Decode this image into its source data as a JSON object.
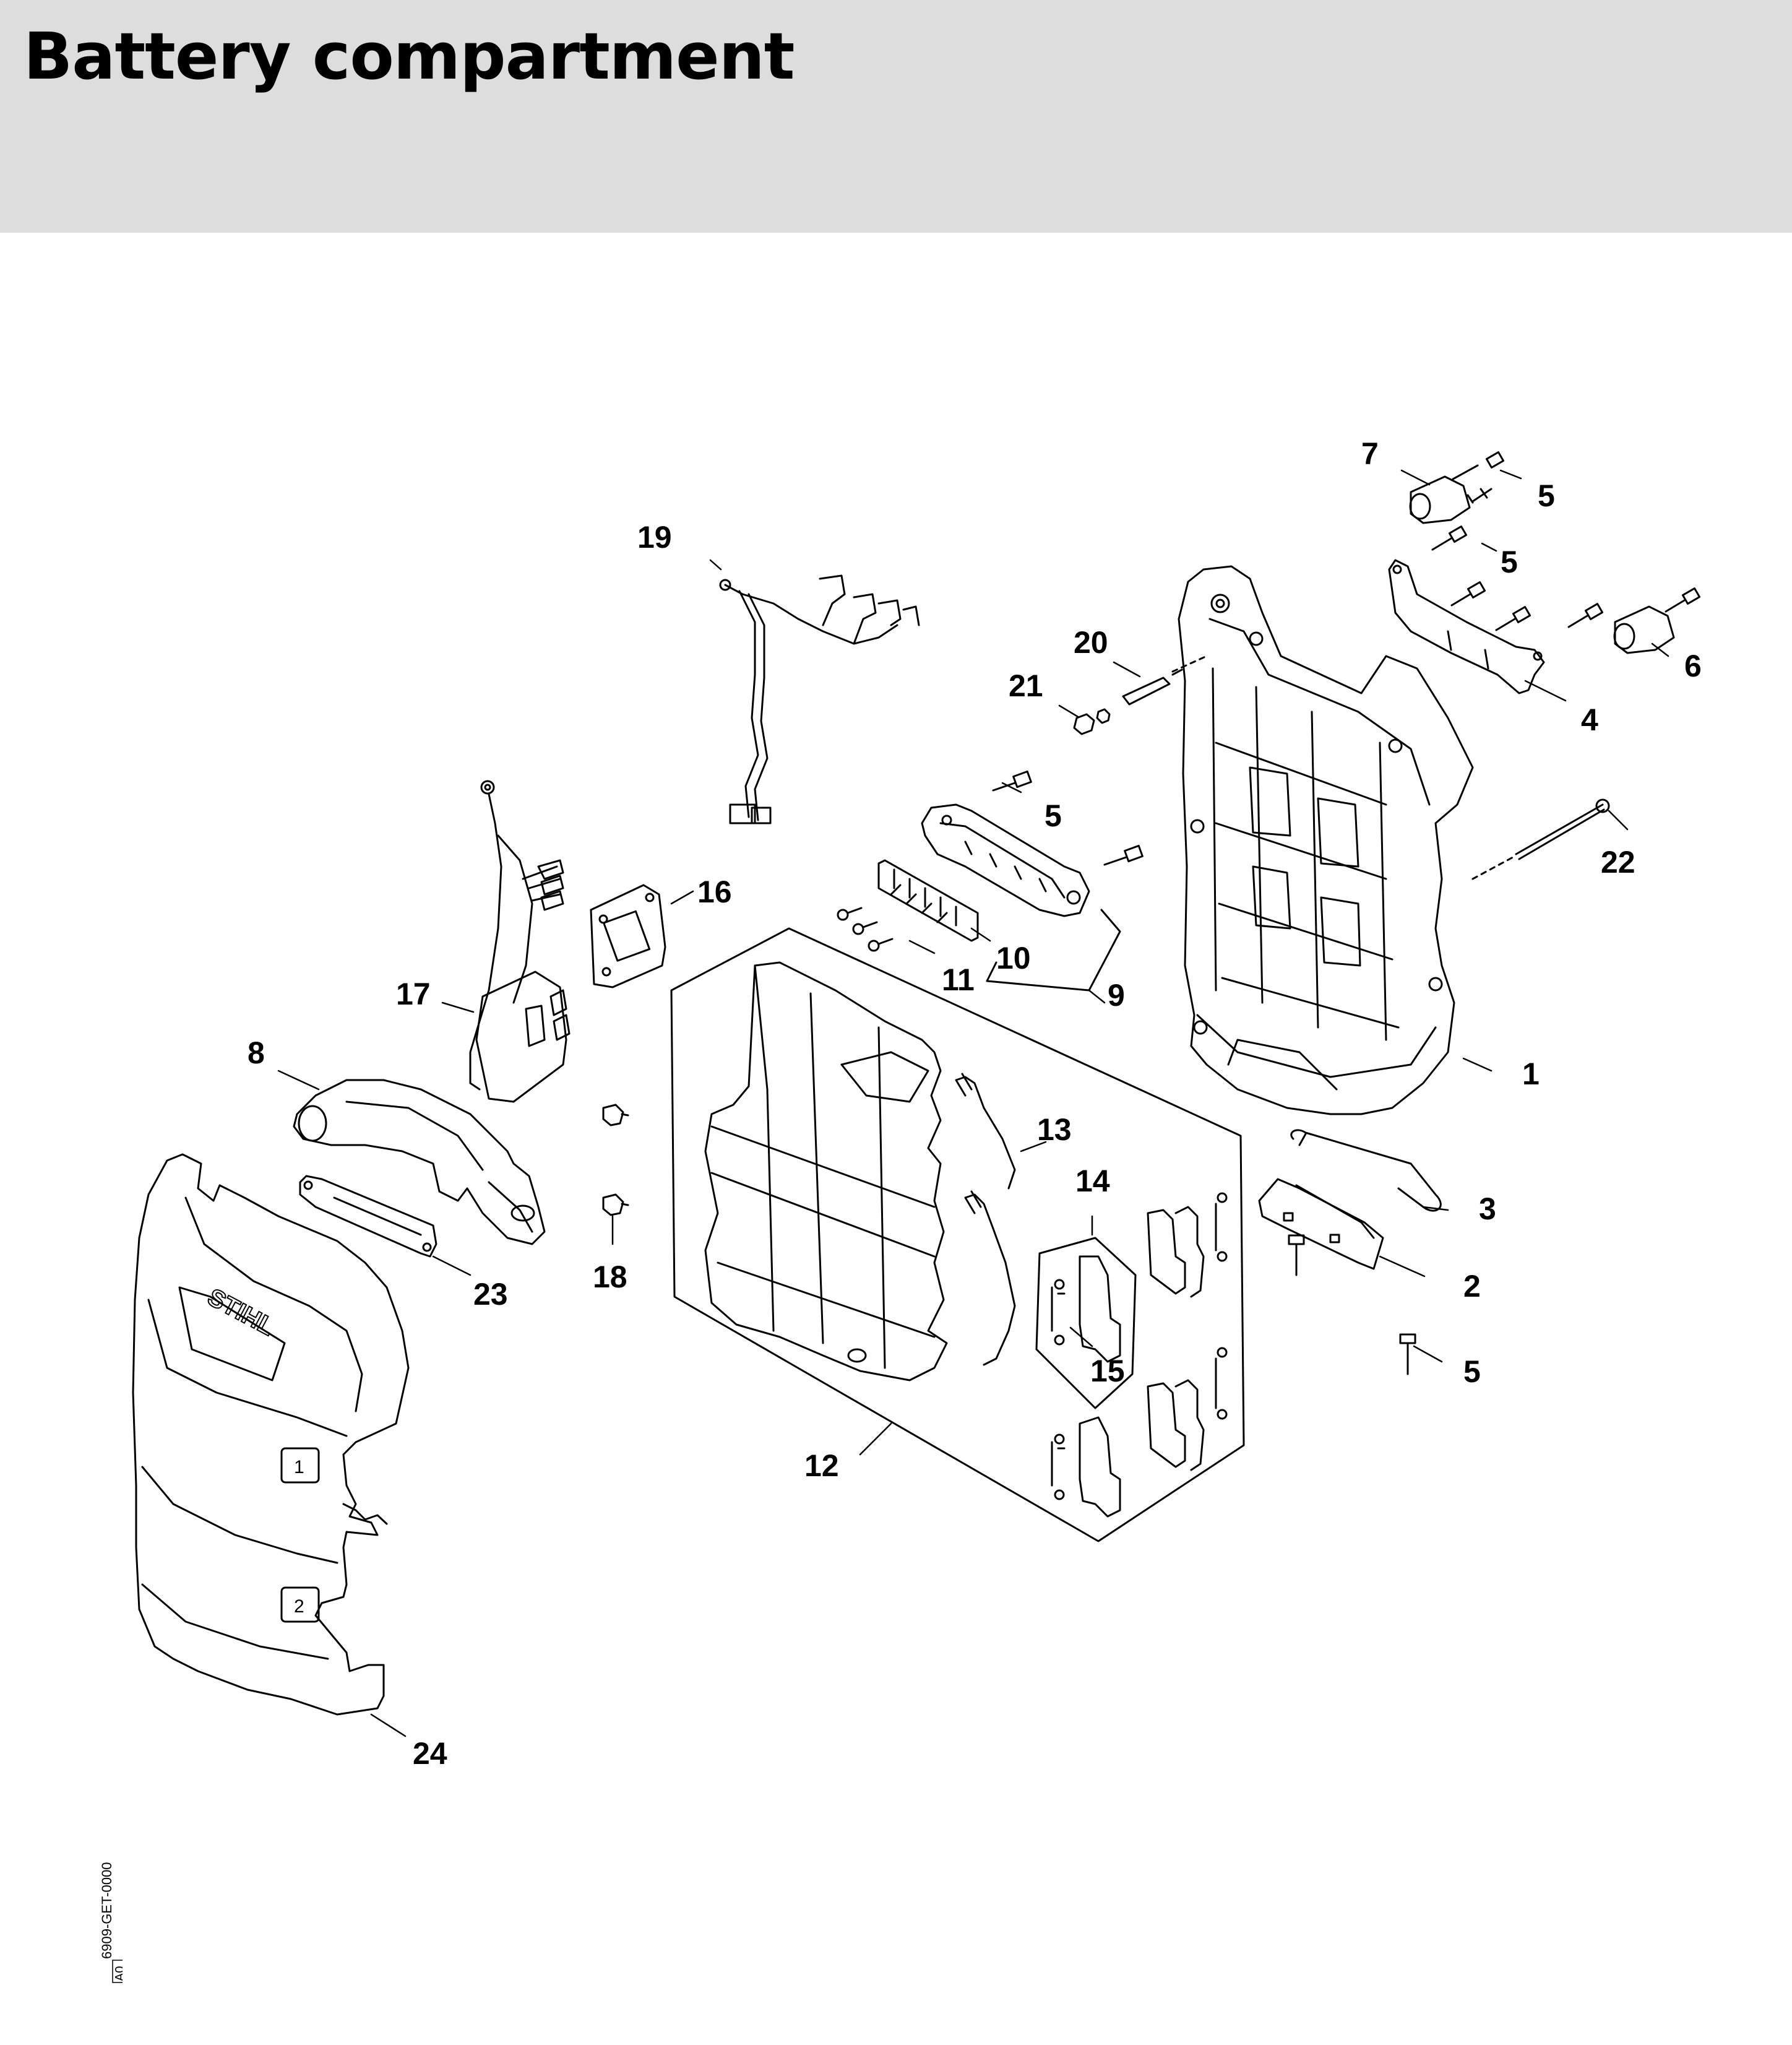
{
  "header": {
    "title": "Battery compartment"
  },
  "part_labels": {
    "p1": "1",
    "p2": "2",
    "p3": "3",
    "p4": "4",
    "p5a": "5",
    "p5b": "5",
    "p5c": "5",
    "p5d": "5",
    "p6": "6",
    "p7": "7",
    "p8": "8",
    "p9": "9",
    "p10": "10",
    "p11": "11",
    "p12": "12",
    "p13": "13",
    "p14": "14",
    "p15": "15",
    "p16": "16",
    "p17": "17",
    "p18": "18",
    "p19": "19",
    "p20": "20",
    "p21": "21",
    "p22": "22",
    "p23": "23",
    "p24": "24"
  },
  "embossed": {
    "brand": "STIHL",
    "slot1": "1",
    "slot2": "2"
  },
  "reference": {
    "code": "6909-GET-0000",
    "version": "A0"
  }
}
